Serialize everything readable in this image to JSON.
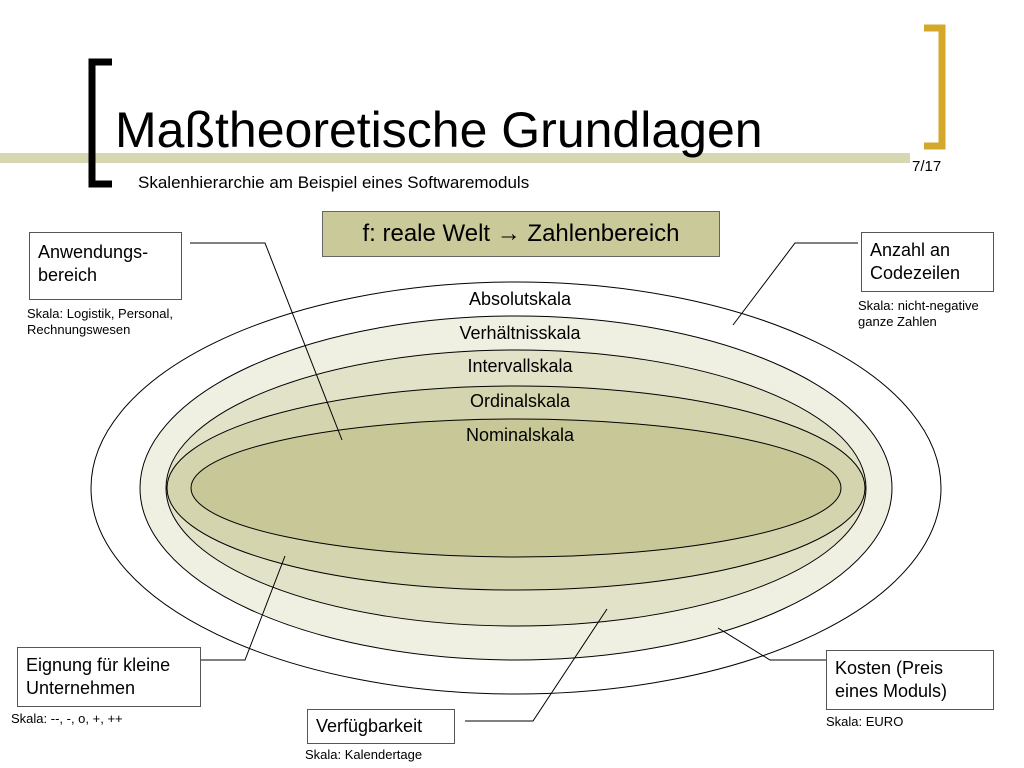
{
  "slide": {
    "title": "Maßtheoretische Grundlagen",
    "subtitle": "Skalenhierarchie am Beispiel eines Softwaremoduls",
    "page_number": "7/17"
  },
  "formula": "f: reale Welt → Zahlenbereich",
  "scales": [
    {
      "label": "Absolutskala",
      "fill": "#ffffff"
    },
    {
      "label": "Verhältnisskala",
      "fill": "#f0f0e2"
    },
    {
      "label": "Intervallskala",
      "fill": "#e2e2c8"
    },
    {
      "label": "Ordinalskala",
      "fill": "#d4d4ae"
    },
    {
      "label": "Nominalskala",
      "fill": "#c7c798"
    }
  ],
  "examples": {
    "anwendungsbereich": {
      "label_line1": "Anwendungs-",
      "label_line2": "bereich",
      "note_line1": "Skala: Logistik, Personal,",
      "note_line2": "Rechnungswesen"
    },
    "codezeilen": {
      "label_line1": "Anzahl an",
      "label_line2": "Codezeilen",
      "note_line1": "Skala: nicht-negative",
      "note_line2": "ganze Zahlen"
    },
    "eignung": {
      "label_line1": "Eignung für kleine",
      "label_line2": "Unternehmen",
      "note": "Skala: --, -, o, +, ++"
    },
    "verfuegbarkeit": {
      "label": "Verfügbarkeit",
      "note": "Skala: Kalendertage"
    },
    "kosten": {
      "label_line1": "Kosten (Preis",
      "label_line2": "eines Moduls)",
      "note": "Skala: EURO"
    }
  },
  "colors": {
    "bracket_title": "#000000",
    "bracket_accent": "#d4a82a",
    "title_band": "#d7d7b2",
    "formula_fill": "#c9c99a"
  }
}
